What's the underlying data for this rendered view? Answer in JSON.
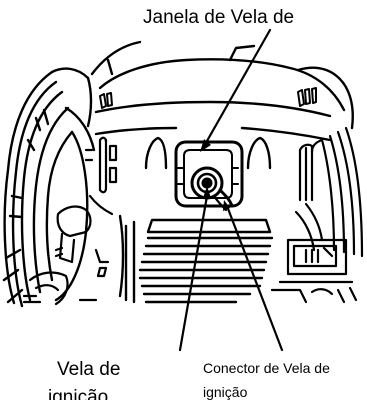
{
  "labels": {
    "top": "Janela de Vela de",
    "bottom_left_line1": "Vela de",
    "bottom_left_line2": "ignição",
    "bottom_right_line1": "Conector de Vela de",
    "bottom_right_line2": "ignição"
  },
  "colors": {
    "ink": "#000000",
    "background": "#ffffff"
  }
}
